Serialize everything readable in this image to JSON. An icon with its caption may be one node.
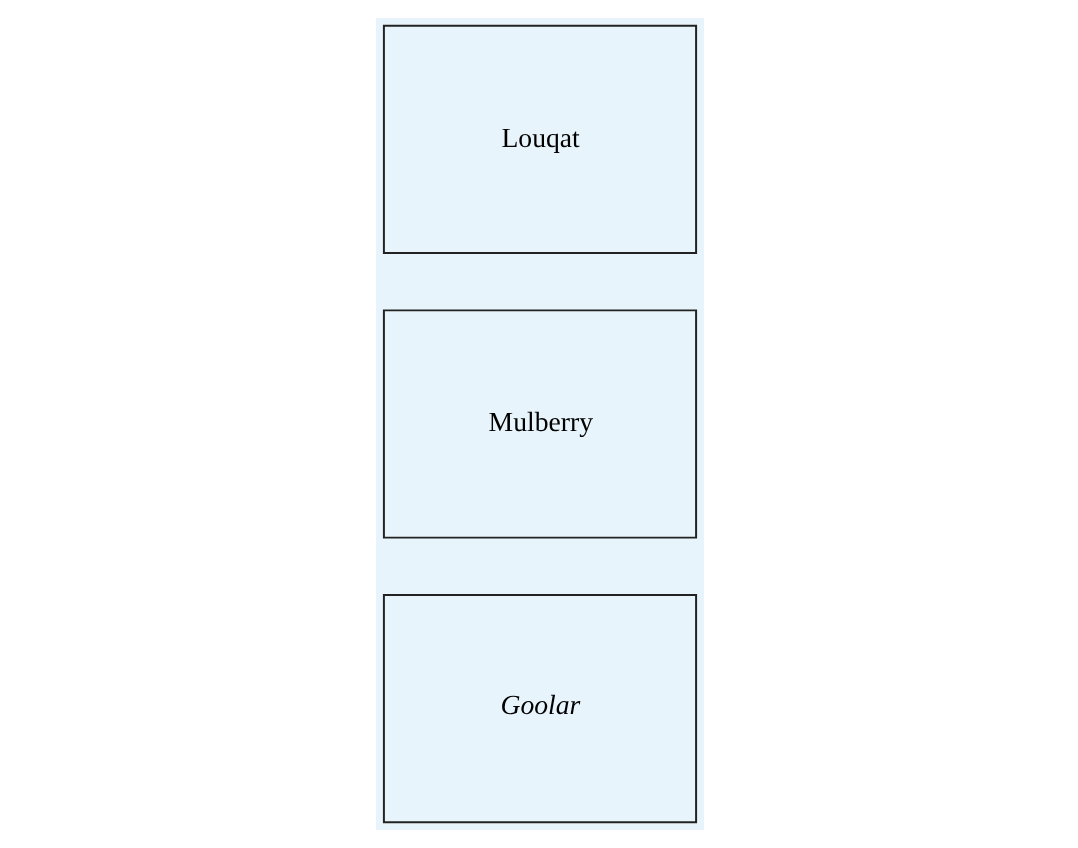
{
  "diagram": {
    "nodes": [
      {
        "text": [
          "Goolar"
        ]
      },
      {
        "text": [
          "Mulberry"
        ]
      },
      {
        "text": [
          "Louqat"
        ]
      }
    ]
  }
}
